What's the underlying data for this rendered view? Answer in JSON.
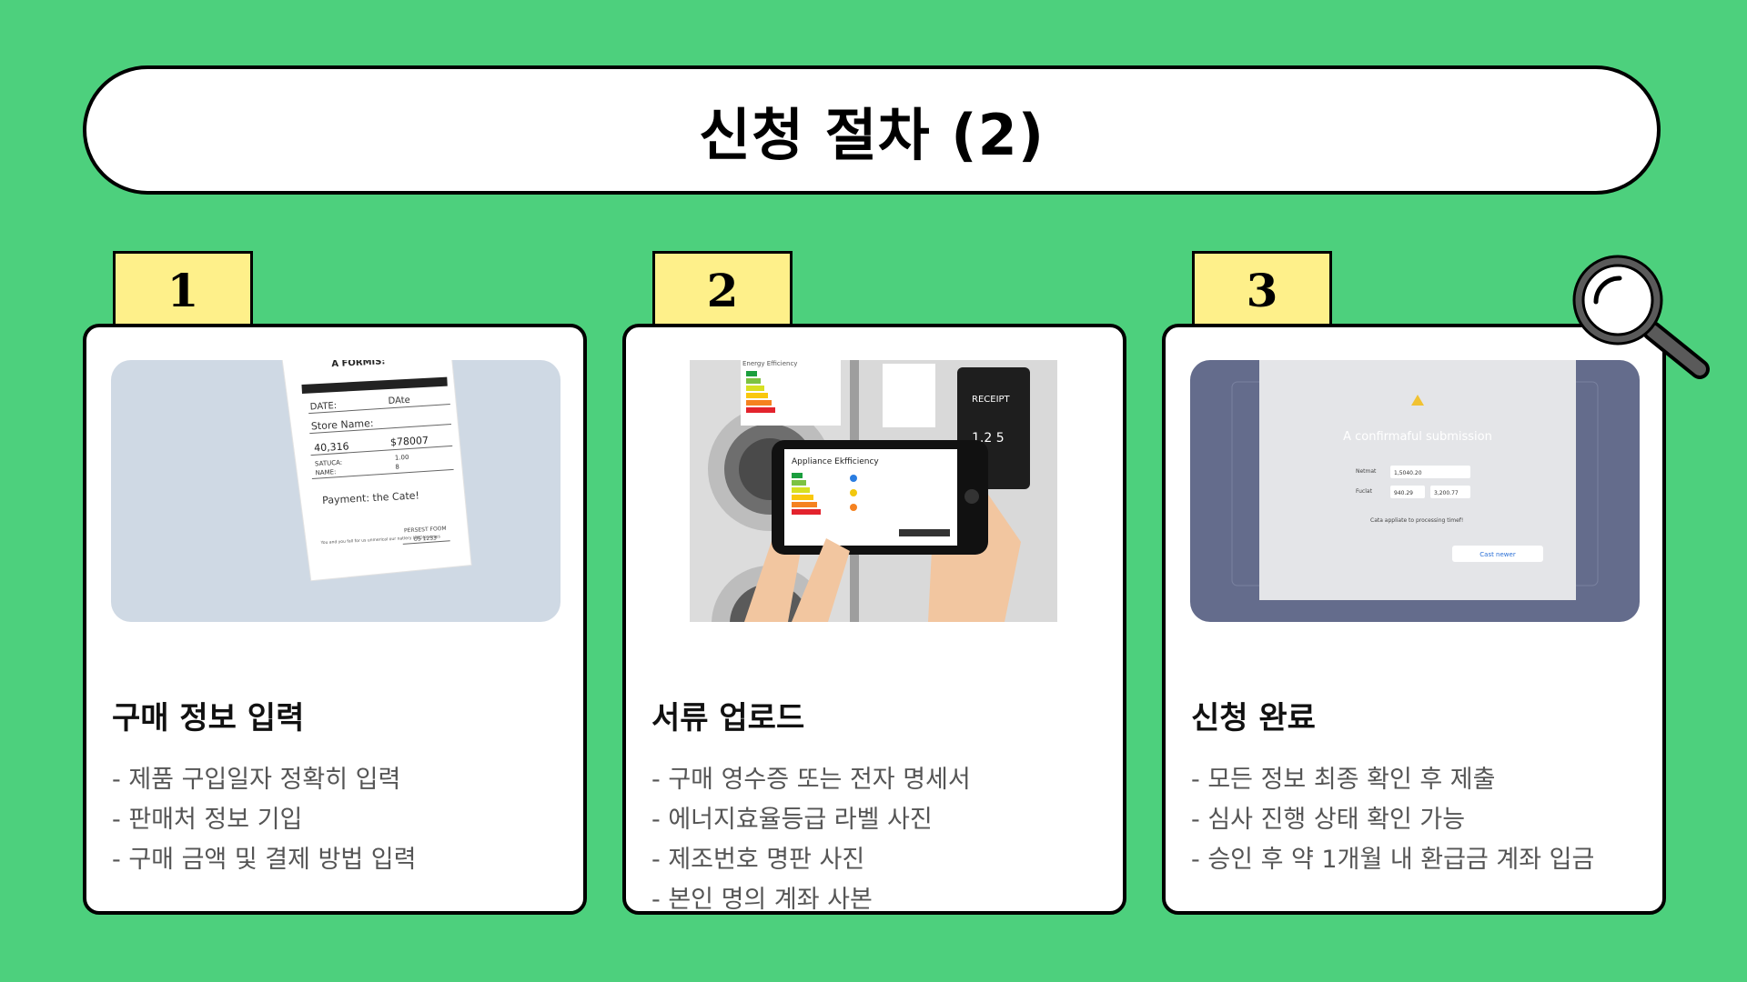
{
  "title": "신청 절차 (2)",
  "steps": [
    {
      "number": "1",
      "heading": "구매 정보 입력",
      "items": [
        "- 제품 구입일자 정확히 입력",
        "- 판매처 정보 기입",
        "- 구매 금액 및 결제 방법 입력"
      ],
      "image": {
        "header": "A FORMIS:",
        "date_left": "DATE:",
        "date_right": "DAte",
        "store": "Store Name:",
        "amount_left": "40,316",
        "amount_right": "$78007",
        "row1_label": "SATUCA:",
        "row1_value": "1.00",
        "row2_label": "NAME:",
        "row2_value": "8",
        "payment": "Payment: the Cate!",
        "footer_left": "You and you fall for us unmerical our natlery (PED)overses",
        "footer_right": "PERSEST FOOM",
        "footer_right2": "US 1233"
      }
    },
    {
      "number": "2",
      "heading": "서류 업로드",
      "items": [
        "- 구매 영수증 또는 전자 명세서",
        "- 에너지효율등급 라벨 사진",
        "- 제조번호 명판 사진",
        "- 본인 명의 계좌 사본"
      ],
      "image": {
        "phone_label": "Appliance Ekfficiency",
        "receipt_label": "RECEIPT",
        "receipt_value": "1.2 5",
        "bg_label": "Energy Efficiency"
      }
    },
    {
      "number": "3",
      "heading": "신청 완료",
      "items": [
        "- 모든 정보 최종 확인 후 제출",
        "- 심사 진행 상태 확인 가능",
        "- 승인 후 약 1개월 내 환급금 계좌 입금"
      ],
      "image": {
        "dialog_title": "A confirmaful submission",
        "field1_label": "Netmat",
        "field1_value": "1,5040.20",
        "field2_label": "Fuclat",
        "field2_value": "940.29",
        "field2_select": "3,200.77",
        "message": "Cata appliate to processing timef!",
        "button": "Cast newer"
      }
    }
  ],
  "icons": {
    "magnifier": "magnifying-glass-icon",
    "warning": "warning-icon"
  },
  "colors": {
    "background": "#4dd07d",
    "tab": "#fef08a",
    "card": "#ffffff",
    "border": "#000000"
  }
}
